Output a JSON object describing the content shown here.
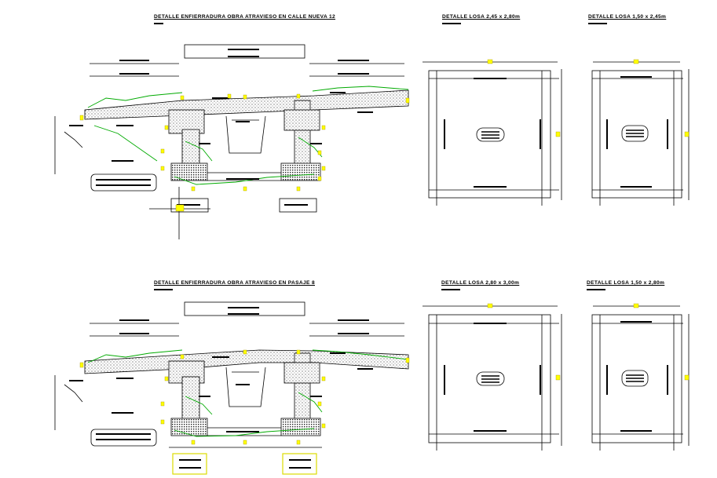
{
  "sheet": {
    "background": "#ffffff",
    "line_color": "#000000",
    "accent_yellow": "#ffff00",
    "accent_green": "#00aa00"
  },
  "titles": {
    "section_top": "DETALLE ENFIERRADURA OBRA ATRAVIESO EN CALLE NUEVA 12",
    "section_bottom": "DETALLE ENFIERRADURA OBRA ATRAVIESO EN PASAJE 8",
    "slab_top_left": "DETALLE LOSA 2,45 x 2,80m",
    "slab_top_right": "DETALLE LOSA 1,50 x 2,45m",
    "slab_bottom_left": "DETALLE LOSA 2,80 x 3,00m",
    "slab_bottom_right": "DETALLE LOSA 1,50 x 2,80m"
  },
  "drawings": [
    {
      "kind": "culvert-section",
      "id": "section-top"
    },
    {
      "kind": "culvert-section",
      "id": "section-bottom"
    },
    {
      "kind": "slab-plan",
      "id": "slab-top-left"
    },
    {
      "kind": "slab-plan",
      "id": "slab-top-right"
    },
    {
      "kind": "slab-plan",
      "id": "slab-bottom-left"
    },
    {
      "kind": "slab-plan",
      "id": "slab-bottom-right"
    }
  ]
}
